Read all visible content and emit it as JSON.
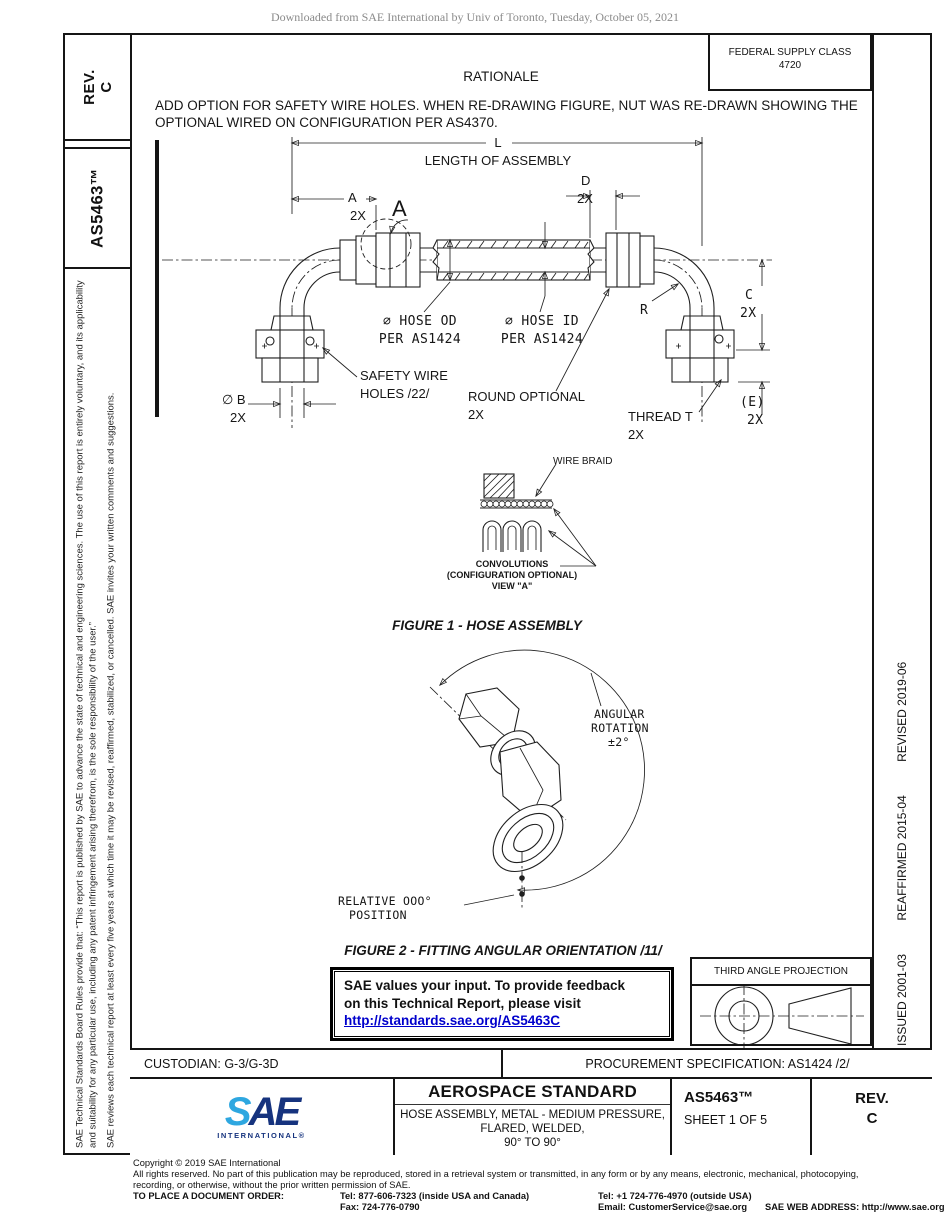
{
  "page": {
    "downloaded_note": "Downloaded from SAE International by Univ of Toronto, Tuesday, October 05, 2021",
    "federal_supply_class_line1": "FEDERAL SUPPLY CLASS",
    "federal_supply_class_line2": "4720"
  },
  "sidebar": {
    "rev_label": "REV.",
    "rev_value": "C",
    "doc_number": "AS5463™",
    "disclaimer_p1": "SAE Technical Standards Board Rules provide that: “This report is published by SAE to advance the state of technical and engineering sciences. The use of this report is entirely voluntary, and its applicability and suitability for any particular use, including any patent infringement arising therefrom, is the sole responsibility of the user.”",
    "disclaimer_p2": "SAE reviews each technical report at least every five years at which time it may be revised, reaffirmed, stabilized, or cancelled. SAE invites your written comments and suggestions."
  },
  "revision_history": {
    "issued": "ISSUED 2001-03",
    "reaffirmed": "REAFFIRMED 2015-04",
    "revised": "REVISED 2019-06"
  },
  "rationale": {
    "title": "RATIONALE",
    "line1": "ADD OPTION FOR SAFETY WIRE HOLES. WHEN RE-DRAWING FIGURE, NUT WAS RE-DRAWN SHOWING THE",
    "line2": "OPTIONAL WIRED ON CONFIGURATION PER AS4370."
  },
  "figure1": {
    "dim_l": "L",
    "length_of_assembly": "LENGTH OF ASSEMBLY",
    "dim_a": "A",
    "qty_2x": "2X",
    "view_a": "A",
    "dim_d": "D",
    "hose_od_1": "∅ HOSE OD",
    "hose_od_2": "PER AS1424",
    "hose_id_1": "∅ HOSE ID",
    "hose_id_2": "PER AS1424",
    "safety_wire_1": "SAFETY WIRE",
    "safety_wire_2": "HOLES /22/",
    "dim_b": "∅ B",
    "round_optional": "ROUND OPTIONAL",
    "thread_t": "THREAD T",
    "dim_r": "R",
    "dim_c": "C",
    "dim_e": "(E)",
    "wire_braid": "WIRE BRAID",
    "convolutions_1": "CONVOLUTIONS",
    "convolutions_2": "(CONFIGURATION OPTIONAL)",
    "convolutions_3": "VIEW \"A\"",
    "caption": "FIGURE 1 - HOSE ASSEMBLY"
  },
  "figure2": {
    "angular_1": "ANGULAR",
    "angular_2": "ROTATION",
    "angular_3": "±2°",
    "relative_1": "RELATIVE OOO°",
    "relative_2": "POSITION",
    "caption": "FIGURE 2 - FITTING ANGULAR ORIENTATION /11/"
  },
  "feedback": {
    "line1": "SAE values your input. To provide feedback",
    "line2": "on this Technical Report, please visit",
    "link": "http://standards.sae.org/AS5463C"
  },
  "projection": {
    "label": "THIRD ANGLE PROJECTION"
  },
  "custodian": "CUSTODIAN: G-3/G-3D",
  "procurement": "PROCUREMENT SPECIFICATION: AS1424 /2/",
  "title_block": {
    "heading": "AEROSPACE STANDARD",
    "subtitle_1": "HOSE ASSEMBLY, METAL - MEDIUM PRESSURE,",
    "subtitle_2": "FLARED, WELDED,",
    "subtitle_3": "90° TO 90°",
    "doc_number": "AS5463™",
    "sheet": "SHEET 1 OF 5",
    "rev_label": "REV.",
    "rev_value": "C",
    "logo_text": "SAE",
    "logo_sub": "INTERNATIONAL®"
  },
  "footer": {
    "copyright": "Copyright © 2019 SAE International",
    "rights_1": "All rights reserved. No part of this publication may be reproduced, stored in a retrieval system or transmitted, in any form or by any means, electronic, mechanical, photocopying,",
    "rights_2": "recording, or otherwise, without the prior written permission of SAE.",
    "order_label": "TO PLACE A DOCUMENT ORDER:",
    "tel_inside": "Tel: 877-606-7323 (inside USA and Canada)",
    "fax": "Fax: 724-776-0790",
    "tel_outside": "Tel: +1 724-776-4970 (outside USA)",
    "email": "Email: CustomerService@sae.org",
    "web": "SAE WEB ADDRESS: http://www.sae.org"
  },
  "colors": {
    "link_blue": "#0000CC",
    "logo_light_blue": "#2EA7E0",
    "logo_dark_blue": "#16337E"
  }
}
